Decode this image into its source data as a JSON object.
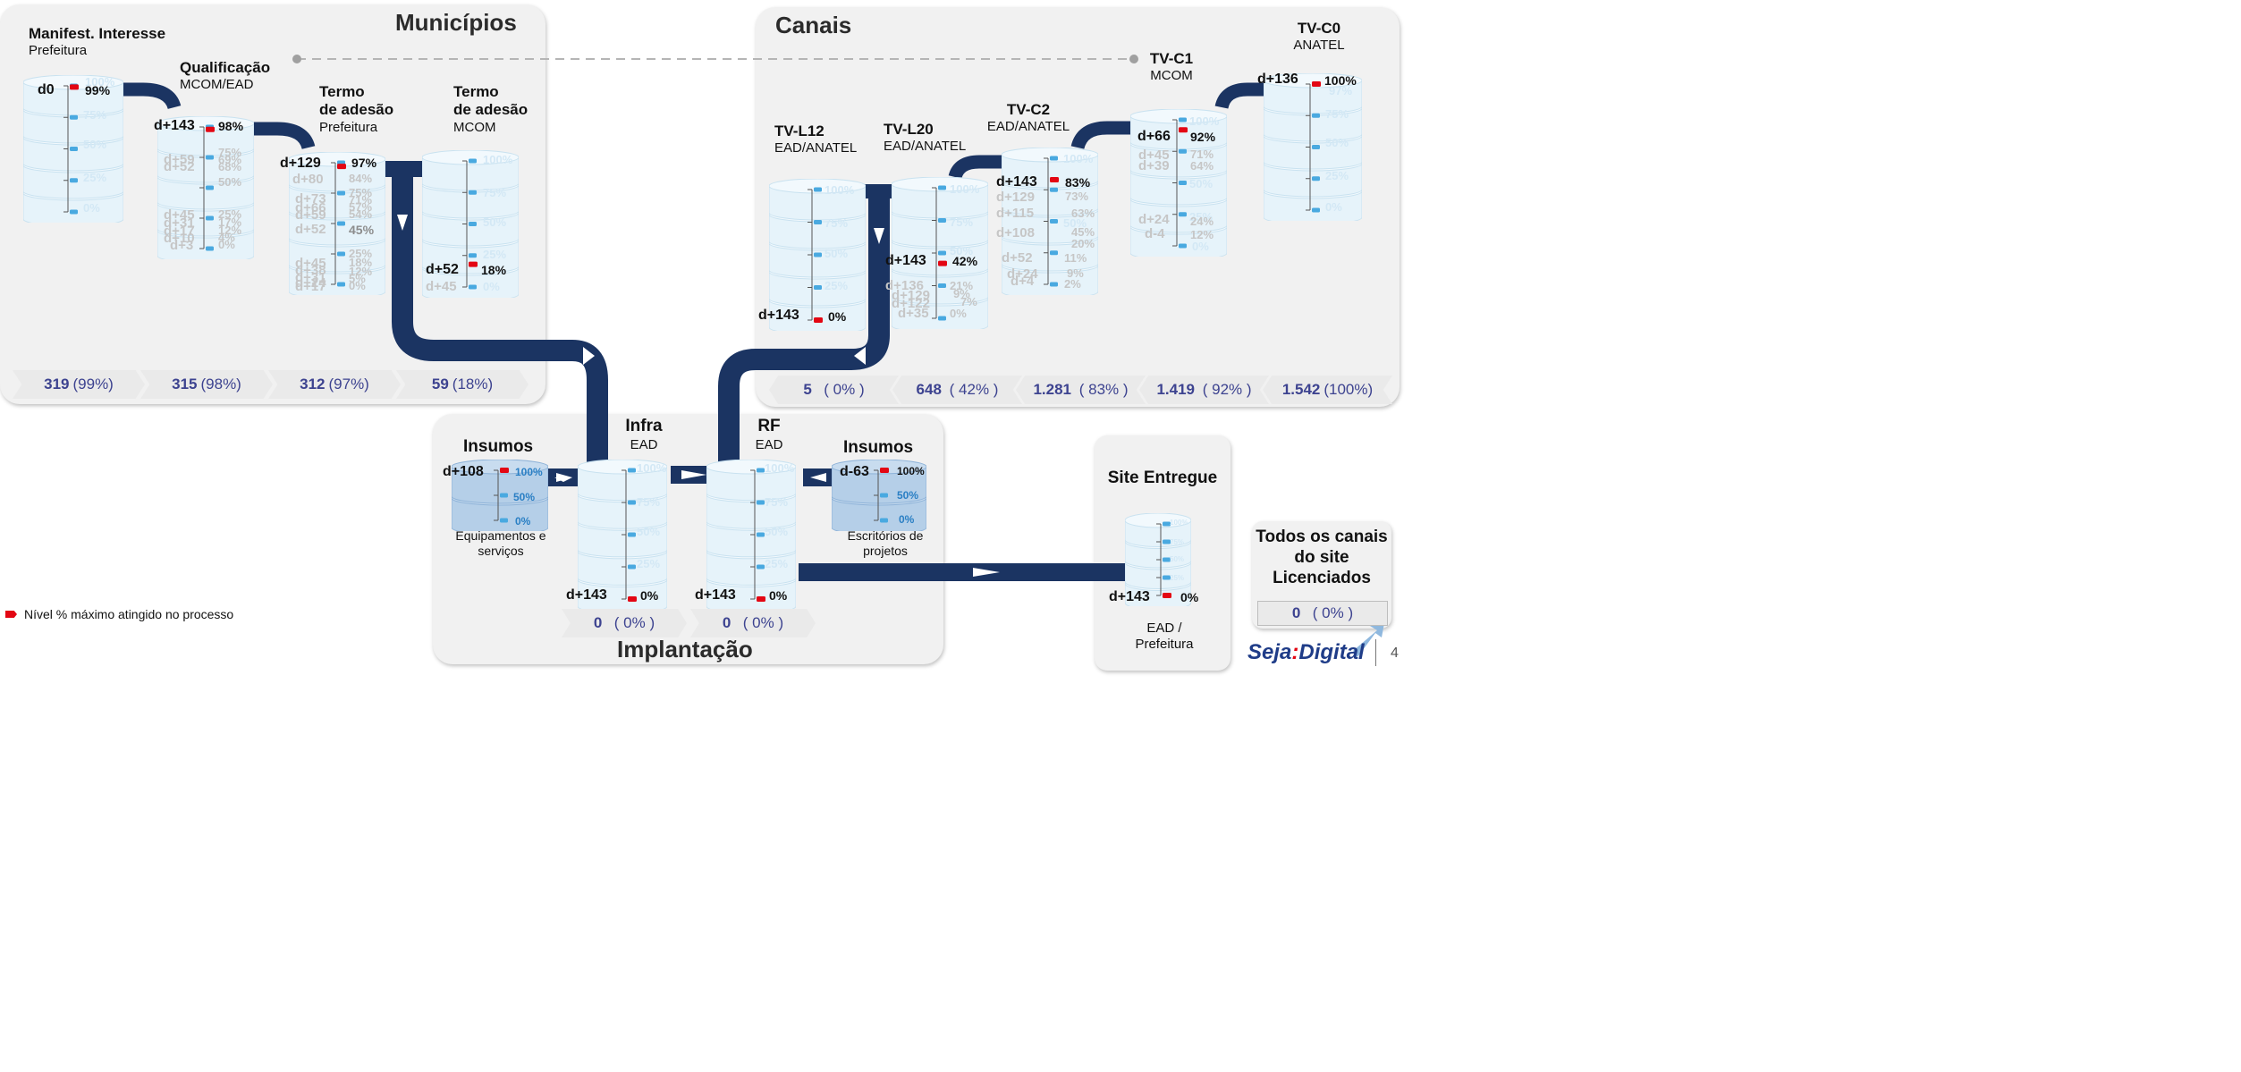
{
  "colors": {
    "pipe": "#1b3462",
    "cylinder": "#e6f3fa",
    "cylinder_edge": "#c9e2f0",
    "tick": "#49a9e0",
    "marker": "#e30613",
    "chevron_text": "#3d4390"
  },
  "municipios": {
    "title": "Municípios",
    "stages": [
      {
        "name": "Manifest. Interesse",
        "owner": "Prefeitura",
        "marker": "d0",
        "pct": "99%",
        "ghost": [
          "100%",
          "75%",
          "50%",
          "25%",
          "0%"
        ]
      },
      {
        "name": "Qualificação",
        "owner": "MCOM/EAD",
        "marker": "d+143",
        "pct": "98%",
        "ghost_days": [
          "d+59",
          "d+52",
          "d+45",
          "d+31",
          "d+17",
          "d+10",
          "d+3"
        ],
        "ghost_pcts": [
          "75%",
          "69%",
          "68%",
          "50%",
          "25%",
          "17%",
          "12%",
          "4%",
          "0%"
        ]
      },
      {
        "name_line1": "Termo",
        "name_line2": "de adesão",
        "owner": "Prefeitura",
        "marker": "d+129",
        "pct": "97%",
        "ghost_days": [
          "d+80",
          "d+73",
          "d+66",
          "d+59",
          "d+52",
          "d+45",
          "d+38",
          "d+31",
          "d+24",
          "d+17"
        ],
        "ghost_pcts": [
          "84%",
          "75%",
          "71%",
          "57%",
          "54%",
          "45%",
          "25%",
          "18%",
          "12%",
          "5%",
          "0%"
        ]
      },
      {
        "name_line1": "Termo",
        "name_line2": "de adesão",
        "owner": "MCOM",
        "marker": "d+52",
        "pct": "18%",
        "ghost_days": [
          "d+45"
        ],
        "ghost_pcts": [
          "100%",
          "75%",
          "50%",
          "25%",
          "0%"
        ]
      }
    ],
    "chevrons": [
      {
        "value": "319",
        "pct": "(99%)"
      },
      {
        "value": "315",
        "pct": "(98%)"
      },
      {
        "value": "312",
        "pct": "(97%)"
      },
      {
        "value": "59",
        "pct": "(18%)"
      }
    ]
  },
  "canais": {
    "title": "Canais",
    "stages": [
      {
        "name": "TV-L12",
        "owner": "EAD/ANATEL",
        "marker": "d+143",
        "pct": "0%",
        "ghost_pcts": [
          "100%",
          "75%",
          "50%",
          "25%"
        ]
      },
      {
        "name": "TV-L20",
        "owner": "EAD/ANATEL",
        "marker": "d+143",
        "pct": "42%",
        "ghost_days": [
          "d+136",
          "d+129",
          "d+122",
          "d+35"
        ],
        "ghost_pcts": [
          "100%",
          "75%",
          "50%",
          "21%",
          "9%",
          "7%",
          "0%"
        ]
      },
      {
        "name": "TV-C2",
        "owner": "EAD/ANATEL",
        "marker": "d+143",
        "pct": "83%",
        "ghost_days": [
          "d+129",
          "d+115",
          "d+108",
          "d+52",
          "d+24",
          "d+4"
        ],
        "ghost_pcts": [
          "100%",
          "73%",
          "63%",
          "50%",
          "45%",
          "20%",
          "11%",
          "9%",
          "2%"
        ]
      },
      {
        "name": "TV-C1",
        "owner": "MCOM",
        "marker": "d+66",
        "pct": "92%",
        "ghost_days": [
          "d+45",
          "d+39",
          "d+24",
          "d-4"
        ],
        "ghost_pcts": [
          "100%",
          "71%",
          "64%",
          "50%",
          "25%",
          "24%",
          "12%",
          "0%"
        ]
      },
      {
        "name": "TV-C0",
        "owner": "ANATEL",
        "marker": "d+136",
        "pct": "100%",
        "ghost_pcts": [
          "97%",
          "75%",
          "50%",
          "25%",
          "0%"
        ]
      }
    ],
    "chevrons": [
      {
        "value": "5",
        "pct": "(  0% )"
      },
      {
        "value": "648",
        "pct": "( 42% )"
      },
      {
        "value": "1.281",
        "pct": "( 83% )"
      },
      {
        "value": "1.419",
        "pct": "( 92% )"
      },
      {
        "value": "1.542",
        "pct": "(100%)"
      }
    ]
  },
  "implantacao": {
    "title": "Implantação",
    "insumos_left": {
      "name": "Insumos",
      "caption": "Equipamentos e serviços",
      "marker": "d+108",
      "pct": "100%",
      "ticks": [
        "50%",
        "0%"
      ]
    },
    "infra": {
      "name": "Infra",
      "owner": "EAD",
      "marker": "d+143",
      "pct": "0%",
      "ghost_pcts": [
        "100%",
        "75%",
        "50%",
        "25%"
      ]
    },
    "rf": {
      "name": "RF",
      "owner": "EAD",
      "marker": "d+143",
      "pct": "0%",
      "ghost_pcts": [
        "100%",
        "75%",
        "50%",
        "25%"
      ]
    },
    "insumos_right": {
      "name": "Insumos",
      "caption": "Escritórios de projetos",
      "marker": "d-63",
      "pct": "100%",
      "ticks": [
        "50%",
        "0%"
      ]
    },
    "chevrons": [
      {
        "value": "0",
        "pct": "(  0% )"
      },
      {
        "value": "0",
        "pct": "(  0% )"
      }
    ]
  },
  "site": {
    "title": "Site Entregue",
    "marker": "d+143",
    "pct": "0%",
    "owner": "EAD / Prefeitura",
    "ghost_pcts": [
      "100%",
      "75%",
      "50%",
      "25%"
    ]
  },
  "licenciados": {
    "title": "Todos os canais do site Licenciados",
    "value": "0",
    "pct": "(  0% )"
  },
  "legend": {
    "text": "Nível % máximo atingido no processo"
  },
  "logo": {
    "part1": "Seja",
    "sep": ":",
    "part2": "Digital"
  },
  "page_number": "4"
}
